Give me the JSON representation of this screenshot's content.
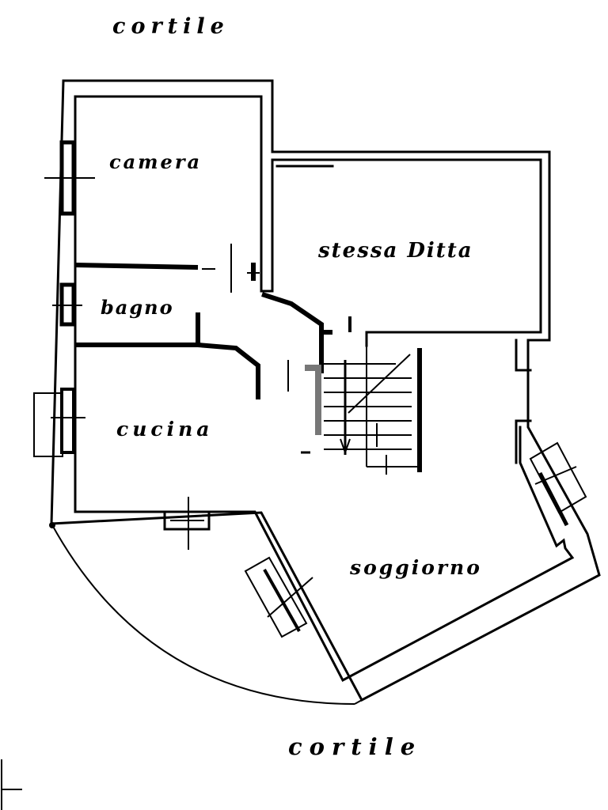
{
  "labels": {
    "courtyard_top": "cortile",
    "bedroom": "camera",
    "same_company": "stessa Ditta",
    "bathroom": "bagno",
    "kitchen": "cucina",
    "living_room": "soggiorno",
    "courtyard_bottom": "cortile"
  },
  "colors": {
    "ink": "#000000",
    "paper": "#ffffff",
    "stair_mark": "#777777"
  }
}
